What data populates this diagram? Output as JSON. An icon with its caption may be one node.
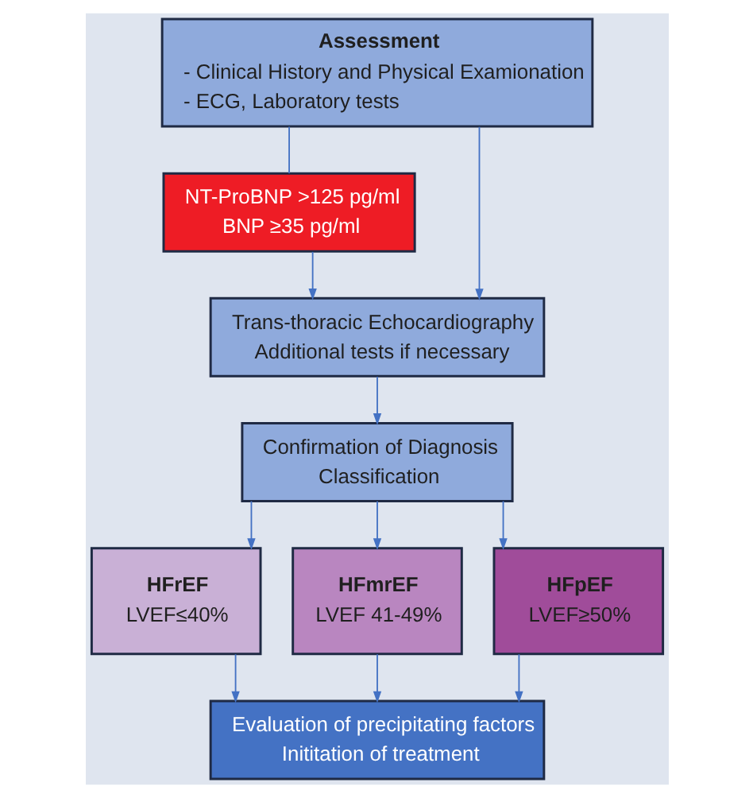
{
  "diagram": {
    "nodes": [
      {
        "text": [
          "Assessment",
          "- Clinical History and Physical Examionation",
          "- ECG, Laboratory tests"
        ]
      },
      {
        "text": [
          "NT-ProBNP >125 pg/ml BNP ≥35 pg/ml"
        ]
      },
      {
        "text": [
          "Trans-thoracic Echocardiography Additional tests if necessary"
        ]
      },
      {
        "text": [
          "Confirmation of Diagnosis Classification"
        ]
      },
      {
        "text": [
          "HFrEF",
          "LVEF≤40%"
        ]
      },
      {
        "text": [
          "HFmrEF",
          "LVEF 41-49%"
        ]
      },
      {
        "text": [
          "HFpEF",
          "LVEF≥50%"
        ]
      },
      {
        "text": [
          "Evaluation of precipitating factors Inititation of treatment"
        ]
      }
    ],
    "edges": [
      {
        "from": 0,
        "to": 2,
        "arrow": "to"
      },
      {
        "from": 0,
        "to": 1,
        "arrow": "none"
      },
      {
        "from": 1,
        "to": 2,
        "arrow": "to"
      },
      {
        "from": 2,
        "to": 3,
        "arrow": "to"
      },
      {
        "from": 3,
        "to": 4,
        "arrow": "to"
      },
      {
        "from": 3,
        "to": 5,
        "arrow": "to"
      },
      {
        "from": 3,
        "to": 6,
        "arrow": "to"
      },
      {
        "from": 4,
        "to": 7,
        "arrow": "to"
      },
      {
        "from": 5,
        "to": 7,
        "arrow": "to"
      },
      {
        "from": 6,
        "to": 7,
        "arrow": "to"
      }
    ]
  }
}
